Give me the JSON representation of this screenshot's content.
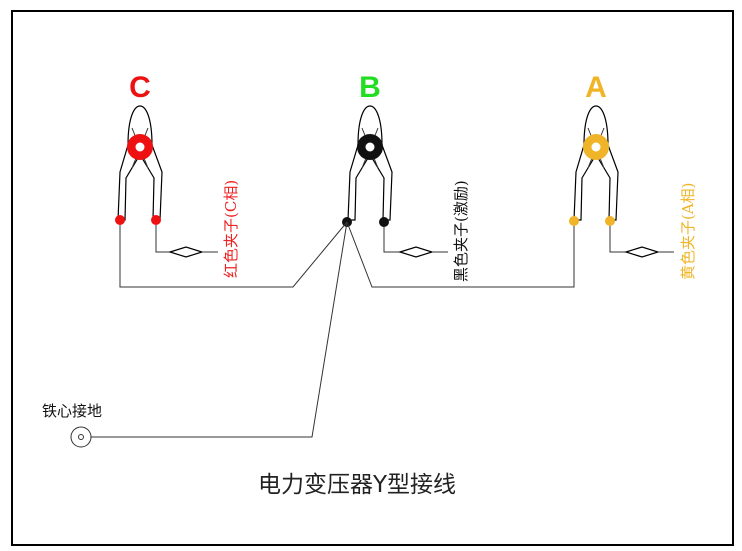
{
  "title": "电力变压器Y型接线",
  "ground_label": "铁心接地",
  "clamps": [
    {
      "letter": "C",
      "label": "红色夹子(C相)",
      "color": "#ee1111"
    },
    {
      "letter": "B",
      "label": "黑色夹子(激励)",
      "color": "#111111",
      "letter_color": "#22dd22"
    },
    {
      "letter": "A",
      "label": "黄色夹子(A相)",
      "color": "#f0b428"
    }
  ]
}
